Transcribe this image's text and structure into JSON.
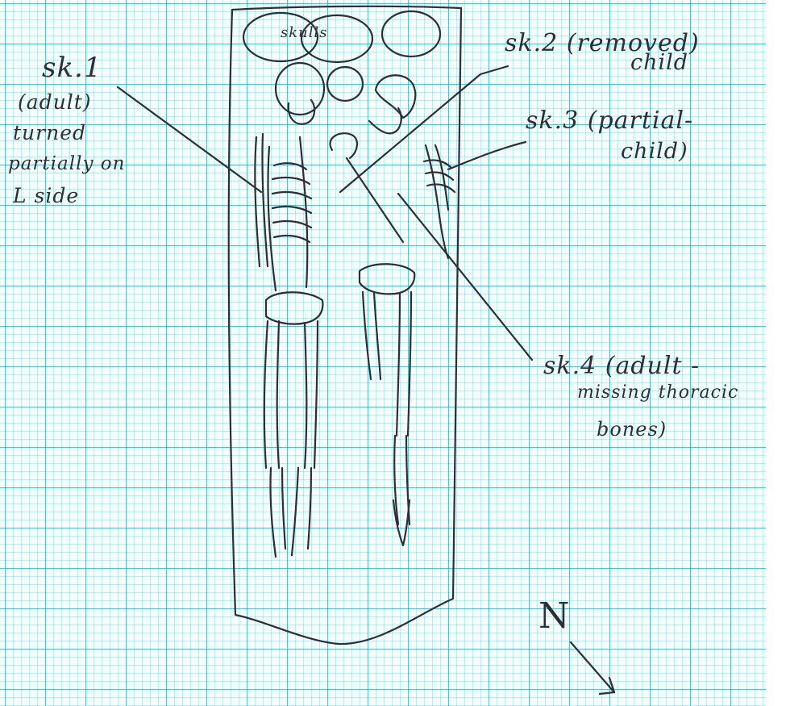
{
  "skulls_label": "skulls",
  "labels": {
    "sk1": [
      "sk.1",
      "(adult)",
      "turned",
      "partially on",
      "L side"
    ],
    "sk2": [
      "sk.2 (removed)",
      "child"
    ],
    "sk3": [
      "sk.3 (partial-",
      "child)"
    ],
    "sk4": [
      "sk.4 (adult -",
      "missing thoracic",
      "bones)"
    ]
  },
  "north_label": "N",
  "colors": {
    "ink": "#2c2e3a",
    "grid": "#00a0af",
    "paper": "#f6fdfd"
  }
}
